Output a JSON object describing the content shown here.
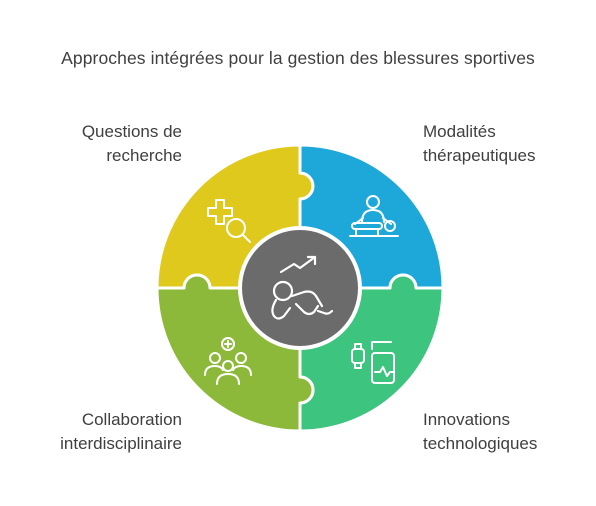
{
  "title": "Approches intégrées pour la gestion des blessures sportives",
  "pieces": [
    {
      "label_lines": [
        "Questions de",
        "recherche"
      ],
      "color": "#DFC91C",
      "icon": "medical-search-icon"
    },
    {
      "label_lines": [
        "Modalités",
        "thérapeutiques"
      ],
      "color": "#1EA8DA",
      "icon": "massage-therapy-icon"
    },
    {
      "label_lines": [
        "Innovations",
        "technologiques"
      ],
      "color": "#3DC47E",
      "icon": "wearable-devices-icon"
    },
    {
      "label_lines": [
        "Collaboration",
        "interdisciplinaire"
      ],
      "color": "#8DB93B",
      "icon": "team-collaboration-icon"
    }
  ],
  "center": {
    "color": "#6B6B6B",
    "icon": "injured-athlete-growth-icon"
  }
}
